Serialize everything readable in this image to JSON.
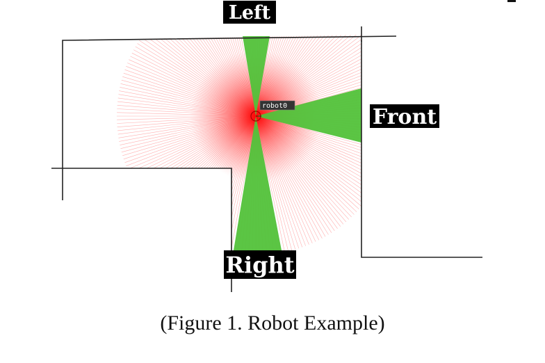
{
  "labels": {
    "left": "Left",
    "front": "Front",
    "right": "Right"
  },
  "robot": {
    "tag": "robot0"
  },
  "caption": "(Figure 1. Robot Example)",
  "colors": {
    "laser_rays": "#ff6e6e",
    "laser_core": "#ff0000",
    "sensor_cones": "#52c23a",
    "walls": "#222222",
    "label_background": "#000000",
    "label_text": "#ffffff"
  },
  "sensors": [
    {
      "name": "left",
      "direction": "up"
    },
    {
      "name": "front",
      "direction": "right"
    },
    {
      "name": "right",
      "direction": "down"
    }
  ]
}
